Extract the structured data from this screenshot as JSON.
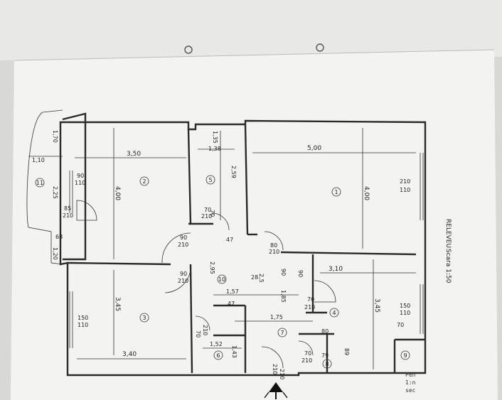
{
  "sheet": {
    "title": "RELEVEU",
    "scale": "Scara 1:50",
    "side_text": [
      "Pen",
      "1:n",
      "sec"
    ]
  },
  "colors": {
    "paper": "#f3f3f1",
    "ink": "#2a2a2a",
    "background": "#d8d8d6"
  },
  "rooms": [
    {
      "number": "1"
    },
    {
      "number": "2"
    },
    {
      "number": "3"
    },
    {
      "number": "4"
    },
    {
      "number": "5"
    },
    {
      "number": "6"
    },
    {
      "number": "7"
    },
    {
      "number": "8"
    },
    {
      "number": "9"
    },
    {
      "number": "10"
    },
    {
      "number": "11"
    }
  ],
  "dimensions": [
    "3,50",
    "4,00",
    "5,00",
    "4,00",
    "3,45",
    "3,40",
    "3,10",
    "3,45",
    "1,10",
    "2,25",
    "1,20",
    "1,70",
    "85",
    "210",
    "68",
    "90",
    "110",
    "90",
    "210",
    "90",
    "210",
    "150",
    "110",
    "210",
    "110",
    "150",
    "110",
    "1,35",
    "1,38",
    "2,59",
    "2,95",
    "1,57",
    "1,75",
    "1,52",
    "1,43",
    "47",
    "70",
    "210",
    "80",
    "210",
    "70",
    "210",
    "47",
    "28",
    "90",
    "1,85",
    "70",
    "210",
    "80",
    "89",
    "70",
    "210",
    "79",
    "210",
    "90",
    "2,5",
    "70",
    "210",
    "70"
  ],
  "north_arrow": "north-arrow-icon"
}
